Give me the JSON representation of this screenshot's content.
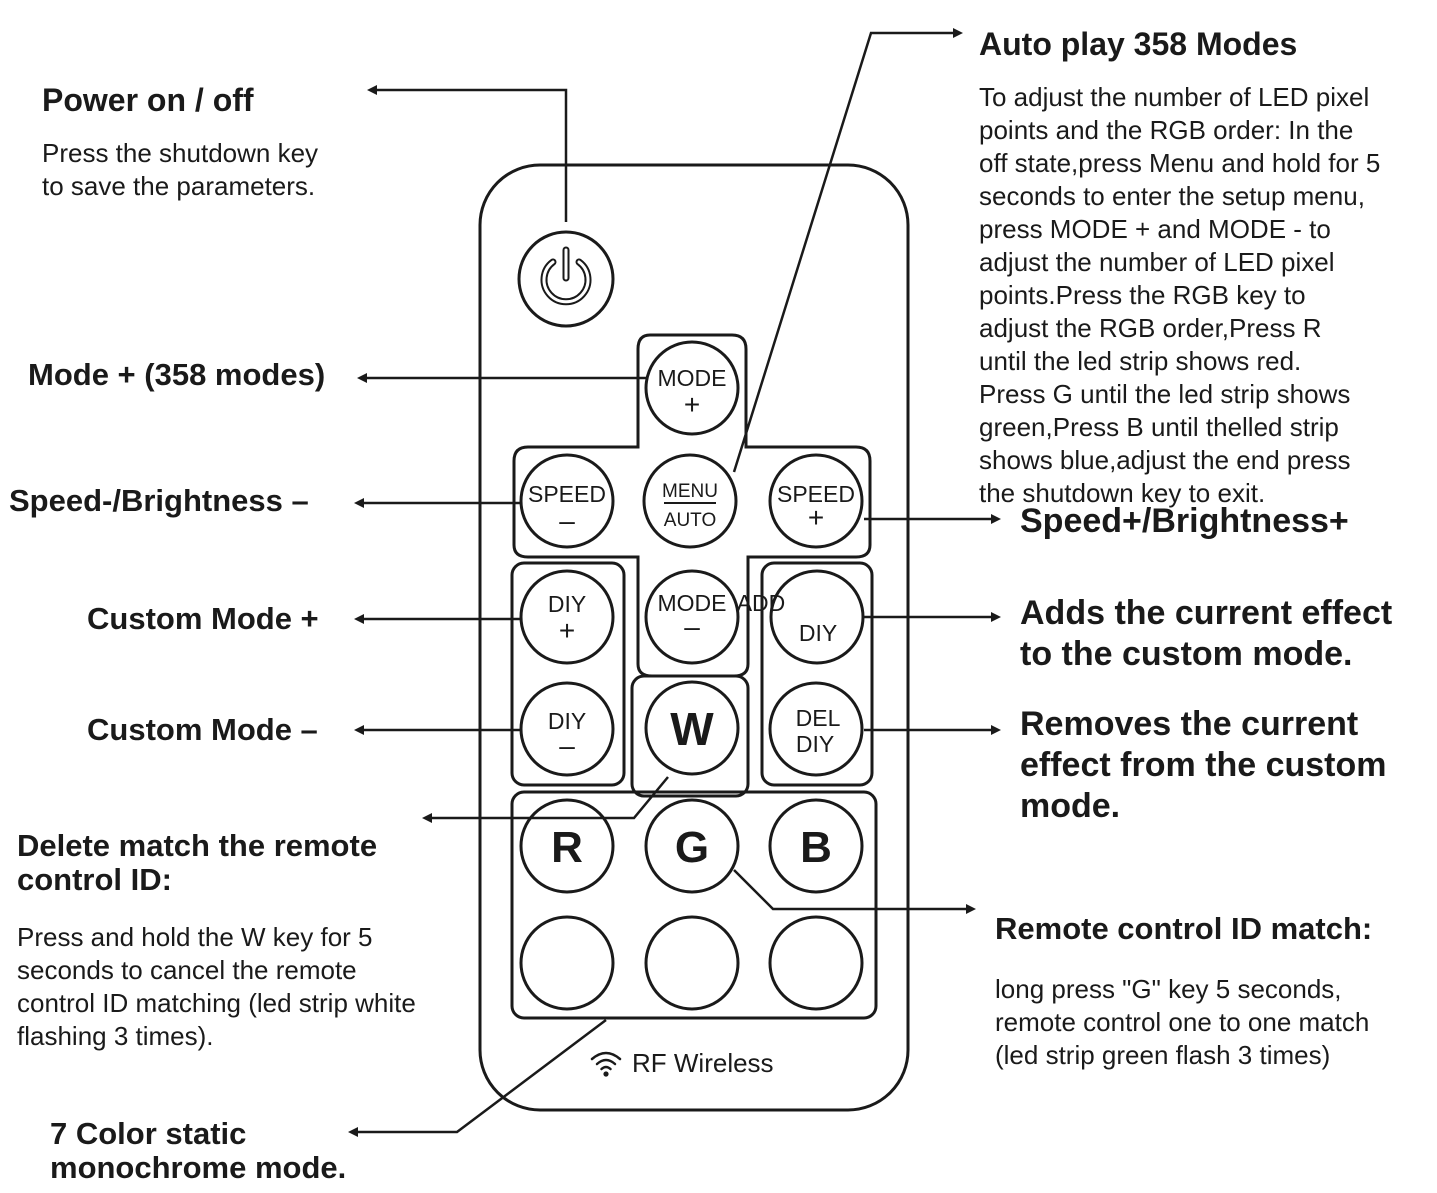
{
  "labels": {
    "power": {
      "title": "Power on / off",
      "desc": "Press the shutdown key\nto save the parameters."
    },
    "mode_plus": {
      "title": "Mode + (358 modes)"
    },
    "speed_minus": {
      "title": "Speed-/Brightness –"
    },
    "custom_plus": {
      "title": "Custom Mode +"
    },
    "custom_minus": {
      "title": "Custom Mode –"
    },
    "delete_match": {
      "title": "Delete match the remote\ncontrol ID:",
      "desc": "Press and hold the W key for 5\nseconds to cancel the remote\ncontrol ID matching (led strip white\nflashing 3 times)."
    },
    "seven_color": {
      "title": "7 Color static\nmonochrome mode."
    },
    "auto_play": {
      "title": "Auto play 358 Modes",
      "desc": "To adjust the number of LED pixel\npoints and the RGB order: In the\noff state,press Menu and hold for 5\nseconds to enter the setup menu,\npress MODE + and MODE - to\nadjust the number of LED pixel\npoints.Press the RGB key to\nadjust the RGB order,Press R\nuntil the led strip shows red.\nPress G until the led strip shows\ngreen,Press B until thelled strip\nshows blue,adjust  the end press\nthe shutdown key to exit."
    },
    "speed_plus": {
      "title": "Speed+/Brightness+"
    },
    "adds_current": {
      "title": "Adds the current effect\nto the custom mode."
    },
    "removes_current": {
      "title": "Removes the current\neffect from the custom\nmode."
    },
    "id_match": {
      "title": "Remote control ID match:",
      "desc": "long press \"G\" key 5 seconds,\nremote control one to one match\n(led strip green flash 3 times)"
    }
  },
  "remote": {
    "footer": "RF Wireless",
    "buttons": {
      "mode_plus": [
        "MODE",
        "+"
      ],
      "speed_minus": [
        "SPEED",
        "–"
      ],
      "menu_auto": [
        "MENU",
        "AUTO"
      ],
      "speed_plus": [
        "SPEED",
        "+"
      ],
      "diy_plus": [
        "DIY",
        "+"
      ],
      "mode_minus": [
        "MODE",
        "–"
      ],
      "add_diy": [
        "ADD",
        "DIY"
      ],
      "diy_minus": [
        "DIY",
        "–"
      ],
      "w": "W",
      "del_diy": [
        "DEL",
        "DIY"
      ],
      "r": "R",
      "g": "G",
      "b": "B"
    }
  },
  "colors": {
    "ink": "#1a1a1a",
    "panel": "#ffffff"
  },
  "icons": {
    "power": "power-icon",
    "wireless": "wifi-icon"
  }
}
